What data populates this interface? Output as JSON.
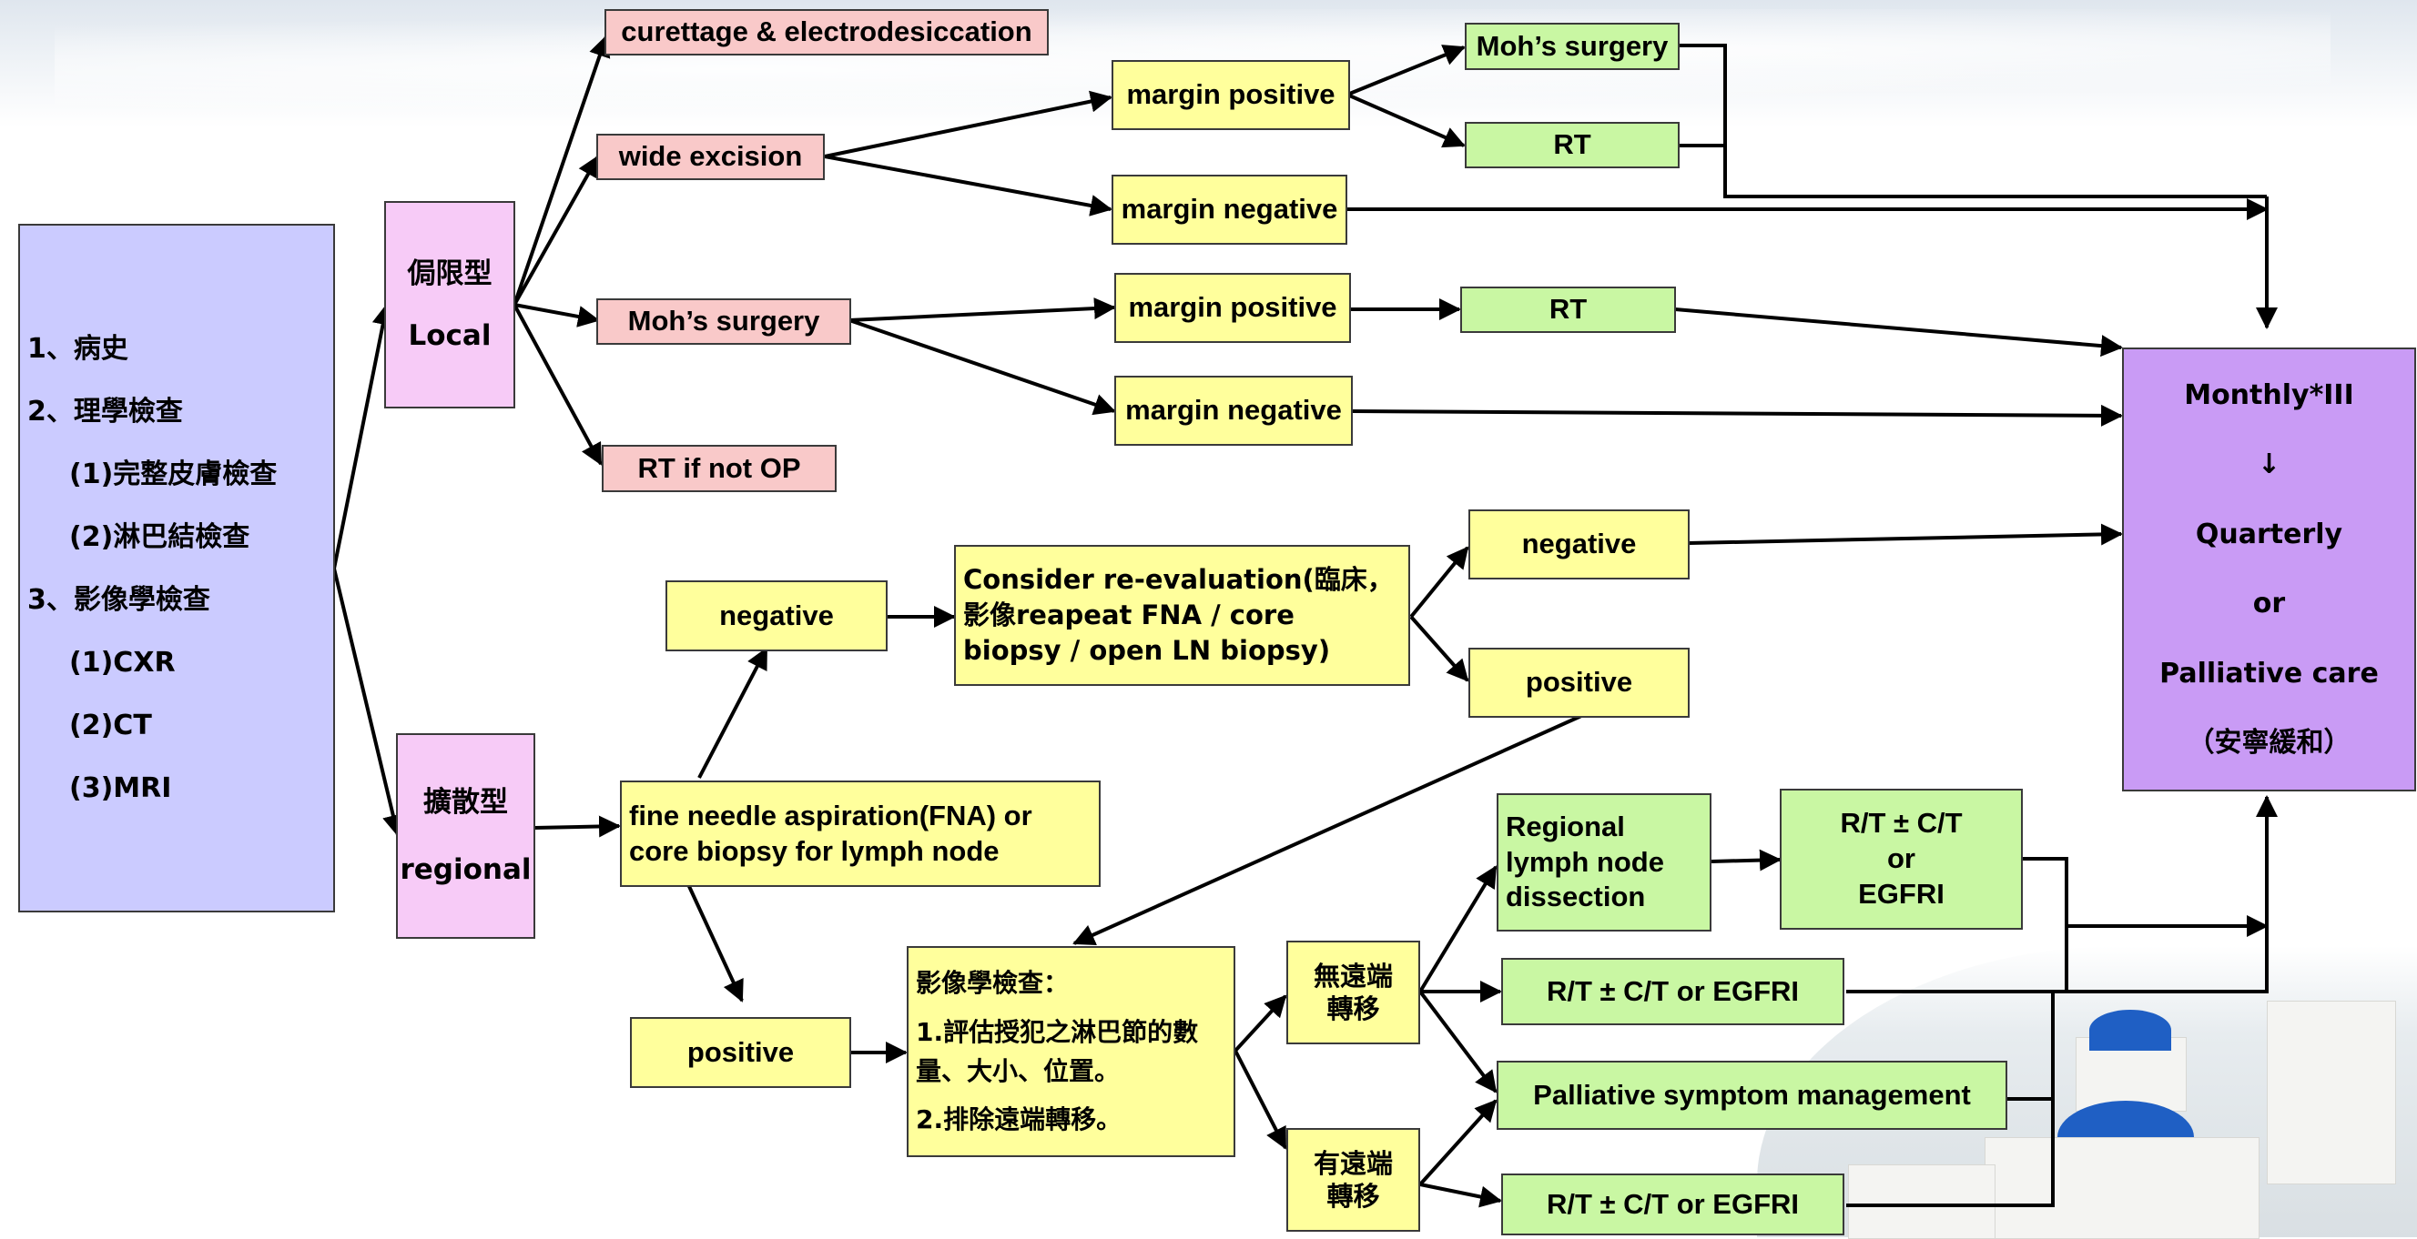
{
  "eval_box": {
    "lines": [
      "1、病史",
      "2、理學檢查",
      "  (1)完整皮膚檢查",
      "  (2)淋巴結檢查",
      "3、影像學檢查",
      "  (1)CXR",
      "  (2)CT",
      "  (3)MRI"
    ]
  },
  "local": {
    "zh": "侷限型",
    "en": "Local"
  },
  "regional": {
    "zh": "擴散型",
    "en": "regional"
  },
  "local_treatments": {
    "curettage": "curettage & electrodesiccation",
    "wide_excision": "wide excision",
    "mohs": "Moh’s surgery",
    "rt_not_op": "RT  if not OP"
  },
  "margins": {
    "wide_pos": "margin positive",
    "wide_neg": "margin negative",
    "mohs_pos": "margin positive",
    "mohs_neg": "margin negative"
  },
  "green_local": {
    "mohs": "Moh’s surgery",
    "rt1": "RT",
    "rt2": "RT"
  },
  "followup": {
    "line1": "Monthly*III",
    "arrow": "↓",
    "line2": "Quarterly",
    "line3": "or",
    "line4": "Palliative care",
    "line5": "（安寧緩和）"
  },
  "regional_flow": {
    "fna": "fine needle aspiration(FNA) or core biopsy for lymph node",
    "negative": "negative",
    "positive": "positive",
    "reeval": "Consider re-evaluation(臨床，影像reapeat FNA / core biopsy / open LN biopsy)",
    "reeval_negative": "negative",
    "reeval_positive": "positive",
    "imaging_title": "影像學檢查：",
    "imaging_1": "1.評估授犯之淋巴節的數量、大小、位置。",
    "imaging_2": "2.排除遠端轉移。",
    "no_mets": "無遠端轉移",
    "mets": "有遠端轉移",
    "dissection": "Regional lymph node dissection",
    "rtct_or": "R/T ± C/T or EGFRI",
    "rtct_a": "R/T ± C/T",
    "rtct_b": "or",
    "rtct_c": "EGFRI",
    "rtct_1": "R/T ± C/T or EGFRI",
    "palliative": "Palliative symptom management",
    "rtct_2": "R/T ± C/T or EGFRI"
  }
}
